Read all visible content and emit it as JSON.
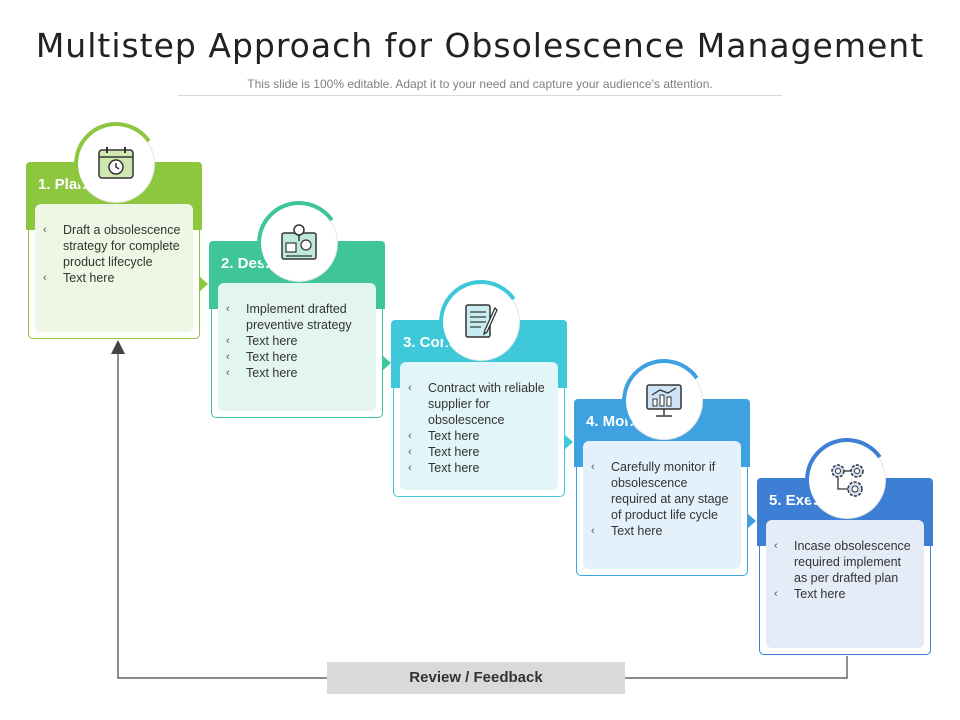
{
  "title": "Multistep Approach for Obsolescence Management",
  "subtitle": "This slide is 100% editable. Adapt it to your need and capture your audience’s attention.",
  "bullet_glyph": "‹",
  "steps": [
    {
      "label": "1. Planning",
      "color": "#8dc63f",
      "tint": "#eef6e4",
      "icon": "calendar-clock-icon",
      "items": [
        "Draft a obsolescence strategy for complete product lifecycle",
        "Text here"
      ]
    },
    {
      "label": "2. Design",
      "color": "#3fc59a",
      "tint": "#e3f5ef",
      "icon": "design-board-icon",
      "items": [
        "Implement drafted preventive strategy",
        "Text here",
        "Text here",
        "Text here"
      ]
    },
    {
      "label": "3. Contract",
      "color": "#3ec8d9",
      "tint": "#e2f5f8",
      "icon": "document-pen-icon",
      "items": [
        "Contract with reliable supplier for obsolescence",
        "Text here",
        "Text here",
        "Text here"
      ]
    },
    {
      "label": "4. Monitor",
      "color": "#3ea2e0",
      "tint": "#e4f0fa",
      "icon": "monitor-chart-icon",
      "items": [
        "Carefully monitor if obsolescence required at any stage of product life cycle",
        "Text here"
      ]
    },
    {
      "label": "5. Execute",
      "color": "#3e7fd6",
      "tint": "#e4ecf8",
      "icon": "gears-icon",
      "items": [
        "Incase obsolescence required implement as per drafted plan",
        "Text here"
      ]
    }
  ],
  "feedback_label": "Review / Feedback"
}
